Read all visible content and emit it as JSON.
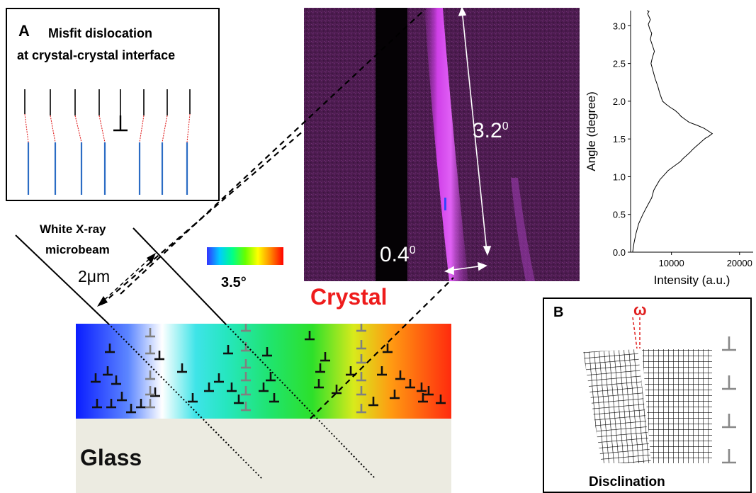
{
  "panel_a": {
    "letter": "A",
    "title_line1": "Misfit dislocation",
    "title_line2": "at crystal-crystal interface"
  },
  "panel_b": {
    "letter": "B",
    "omega": "ω",
    "caption": "Disclination"
  },
  "beam": {
    "label_line1": "White X-ray",
    "label_line2": "microbeam",
    "size": "2μm"
  },
  "colorbar": {
    "label": "3.5°"
  },
  "crystal_label": "Crystal",
  "glass_label": "Glass",
  "image_annotations": {
    "vertical": {
      "value": "3.2",
      "unit": "0"
    },
    "horizontal": {
      "value": "0.4",
      "unit": "0"
    }
  },
  "colors": {
    "crystal_label": "#ee1c1c",
    "blue_lines": "#2b6cc4",
    "red_dashes": "#e02020",
    "purple_bg": "#4a1a4c",
    "magenta_streak": "#cc33dd",
    "glass": "#ecebe1",
    "dislocation_dark": "#111111",
    "dislocation_gray": "#808080"
  },
  "chart_data": {
    "type": "line",
    "xlabel": "Intensity (a.u.)",
    "ylabel": "Angle (degree)",
    "xlim": [
      4000,
      22000
    ],
    "ylim": [
      0.0,
      3.2
    ],
    "xticks": [
      10000,
      20000
    ],
    "yticks": [
      0.0,
      0.5,
      1.0,
      1.5,
      2.0,
      2.5,
      3.0
    ],
    "grid": false,
    "series": [
      {
        "x": [
          4300,
          4500,
          4800,
          5200,
          5800,
          6500,
          7100,
          7400,
          7900,
          8300,
          8700,
          9100,
          9500,
          10100,
          10700,
          11300,
          11700,
          12200,
          12700,
          13100,
          13600,
          14100,
          14600,
          15000,
          15400,
          15700,
          16000,
          15500,
          14800,
          13800,
          12600,
          12000,
          11400,
          11000,
          10500,
          9800,
          9200,
          8700,
          8300,
          8000,
          7600,
          7300,
          7000,
          7200,
          7500,
          7200,
          6900,
          7100,
          6800,
          6600,
          6900,
          6700,
          6500,
          6700,
          6400
        ],
        "y": [
          0.0,
          0.12,
          0.25,
          0.38,
          0.5,
          0.62,
          0.72,
          0.82,
          0.9,
          0.96,
          1.0,
          1.04,
          1.08,
          1.12,
          1.16,
          1.2,
          1.24,
          1.28,
          1.32,
          1.36,
          1.4,
          1.44,
          1.48,
          1.51,
          1.53,
          1.55,
          1.57,
          1.6,
          1.64,
          1.68,
          1.72,
          1.76,
          1.8,
          1.84,
          1.88,
          1.92,
          1.96,
          2.0,
          2.1,
          2.2,
          2.3,
          2.4,
          2.5,
          2.58,
          2.66,
          2.74,
          2.82,
          2.9,
          2.96,
          3.02,
          3.08,
          3.12,
          3.16,
          3.19,
          3.2
        ]
      }
    ]
  }
}
